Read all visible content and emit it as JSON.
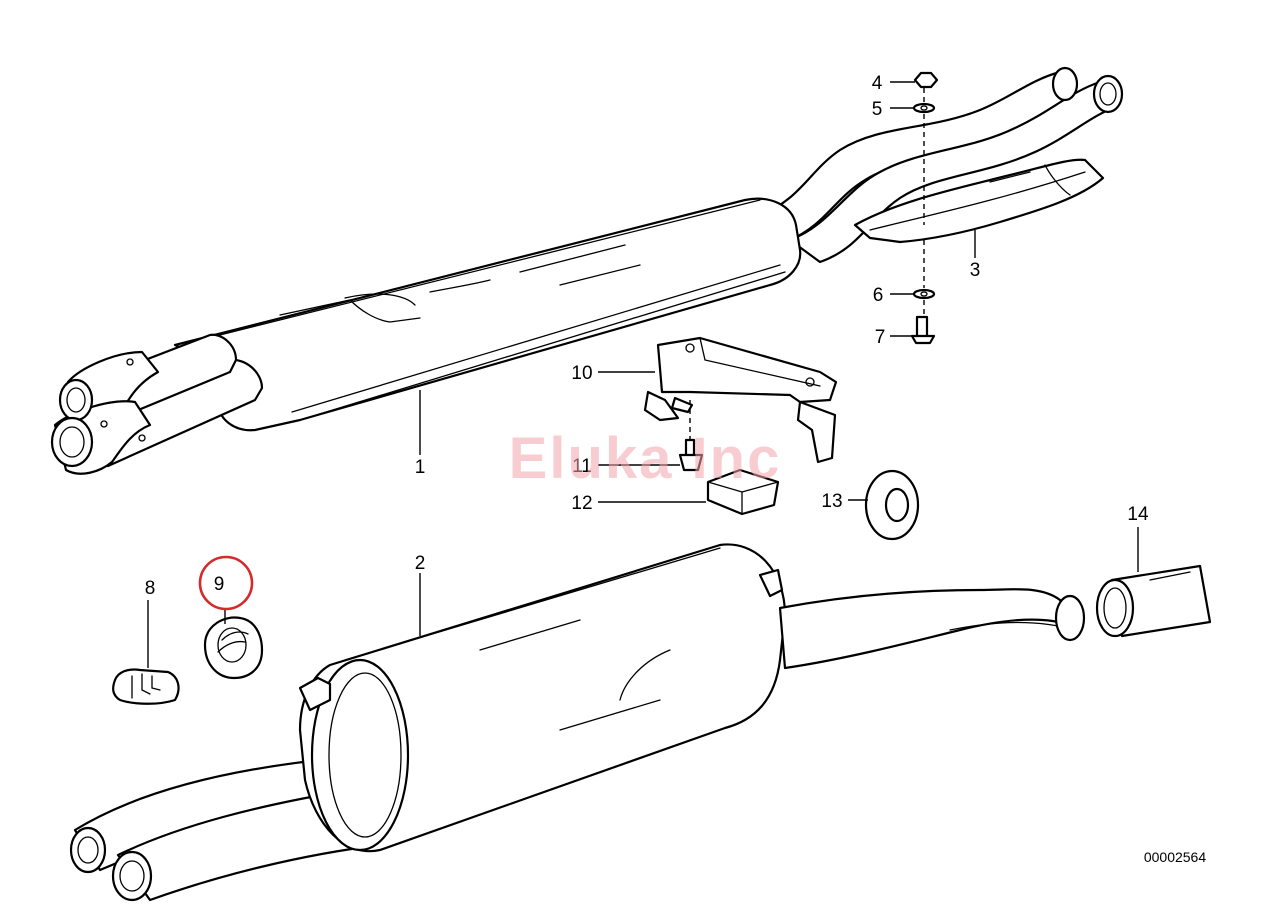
{
  "diagram": {
    "watermark": "Eluka Inc",
    "reference_number": "00002564",
    "highlight_color": "#d42a2a",
    "highlighted_part": "9",
    "callouts": [
      {
        "id": "c1",
        "label": "1"
      },
      {
        "id": "c2",
        "label": "2"
      },
      {
        "id": "c3",
        "label": "3"
      },
      {
        "id": "c4",
        "label": "4"
      },
      {
        "id": "c5",
        "label": "5"
      },
      {
        "id": "c6",
        "label": "6"
      },
      {
        "id": "c7",
        "label": "7"
      },
      {
        "id": "c8",
        "label": "8"
      },
      {
        "id": "c9",
        "label": "9"
      },
      {
        "id": "c10",
        "label": "10"
      },
      {
        "id": "c11",
        "label": "11"
      },
      {
        "id": "c12",
        "label": "12"
      },
      {
        "id": "c13",
        "label": "13"
      },
      {
        "id": "c14",
        "label": "14"
      }
    ]
  }
}
